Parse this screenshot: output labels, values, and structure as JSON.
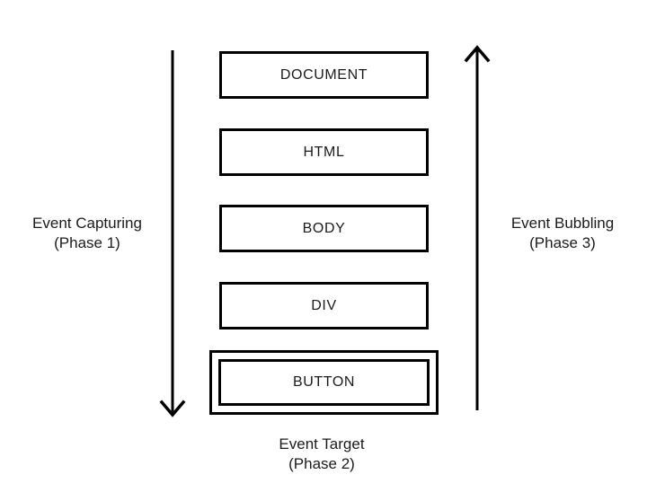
{
  "diagram": {
    "colors": {
      "background": "#ffffff",
      "stroke": "#000000",
      "text": "#1b1b1b"
    },
    "nodes": [
      {
        "label": "DOCUMENT"
      },
      {
        "label": "HTML"
      },
      {
        "label": "BODY"
      },
      {
        "label": "DIV"
      },
      {
        "label": "BUTTON"
      }
    ],
    "annotations": {
      "capturing": {
        "line1": "Event Capturing",
        "line2": "(Phase 1)"
      },
      "bubbling": {
        "line1": "Event Bubbling",
        "line2": "(Phase 3)"
      },
      "target": {
        "line1": "Event Target",
        "line2": "(Phase 2)"
      }
    }
  }
}
